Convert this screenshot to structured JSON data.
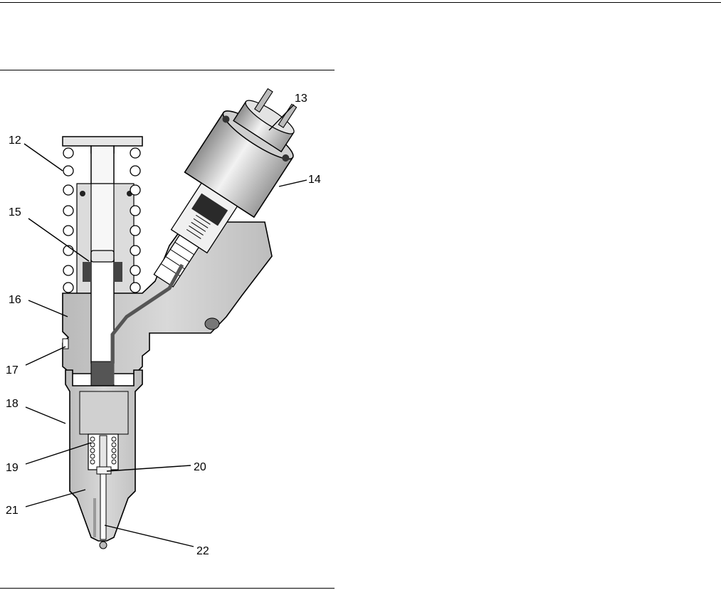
{
  "figure": {
    "callouts": [
      {
        "id": "12",
        "label": "12"
      },
      {
        "id": "13",
        "label": "13"
      },
      {
        "id": "14",
        "label": "14"
      },
      {
        "id": "15",
        "label": "15"
      },
      {
        "id": "16",
        "label": "16"
      },
      {
        "id": "17",
        "label": "17"
      },
      {
        "id": "18",
        "label": "18"
      },
      {
        "id": "19",
        "label": "19"
      },
      {
        "id": "20",
        "label": "20"
      },
      {
        "id": "21",
        "label": "21"
      },
      {
        "id": "22",
        "label": "22"
      }
    ]
  }
}
